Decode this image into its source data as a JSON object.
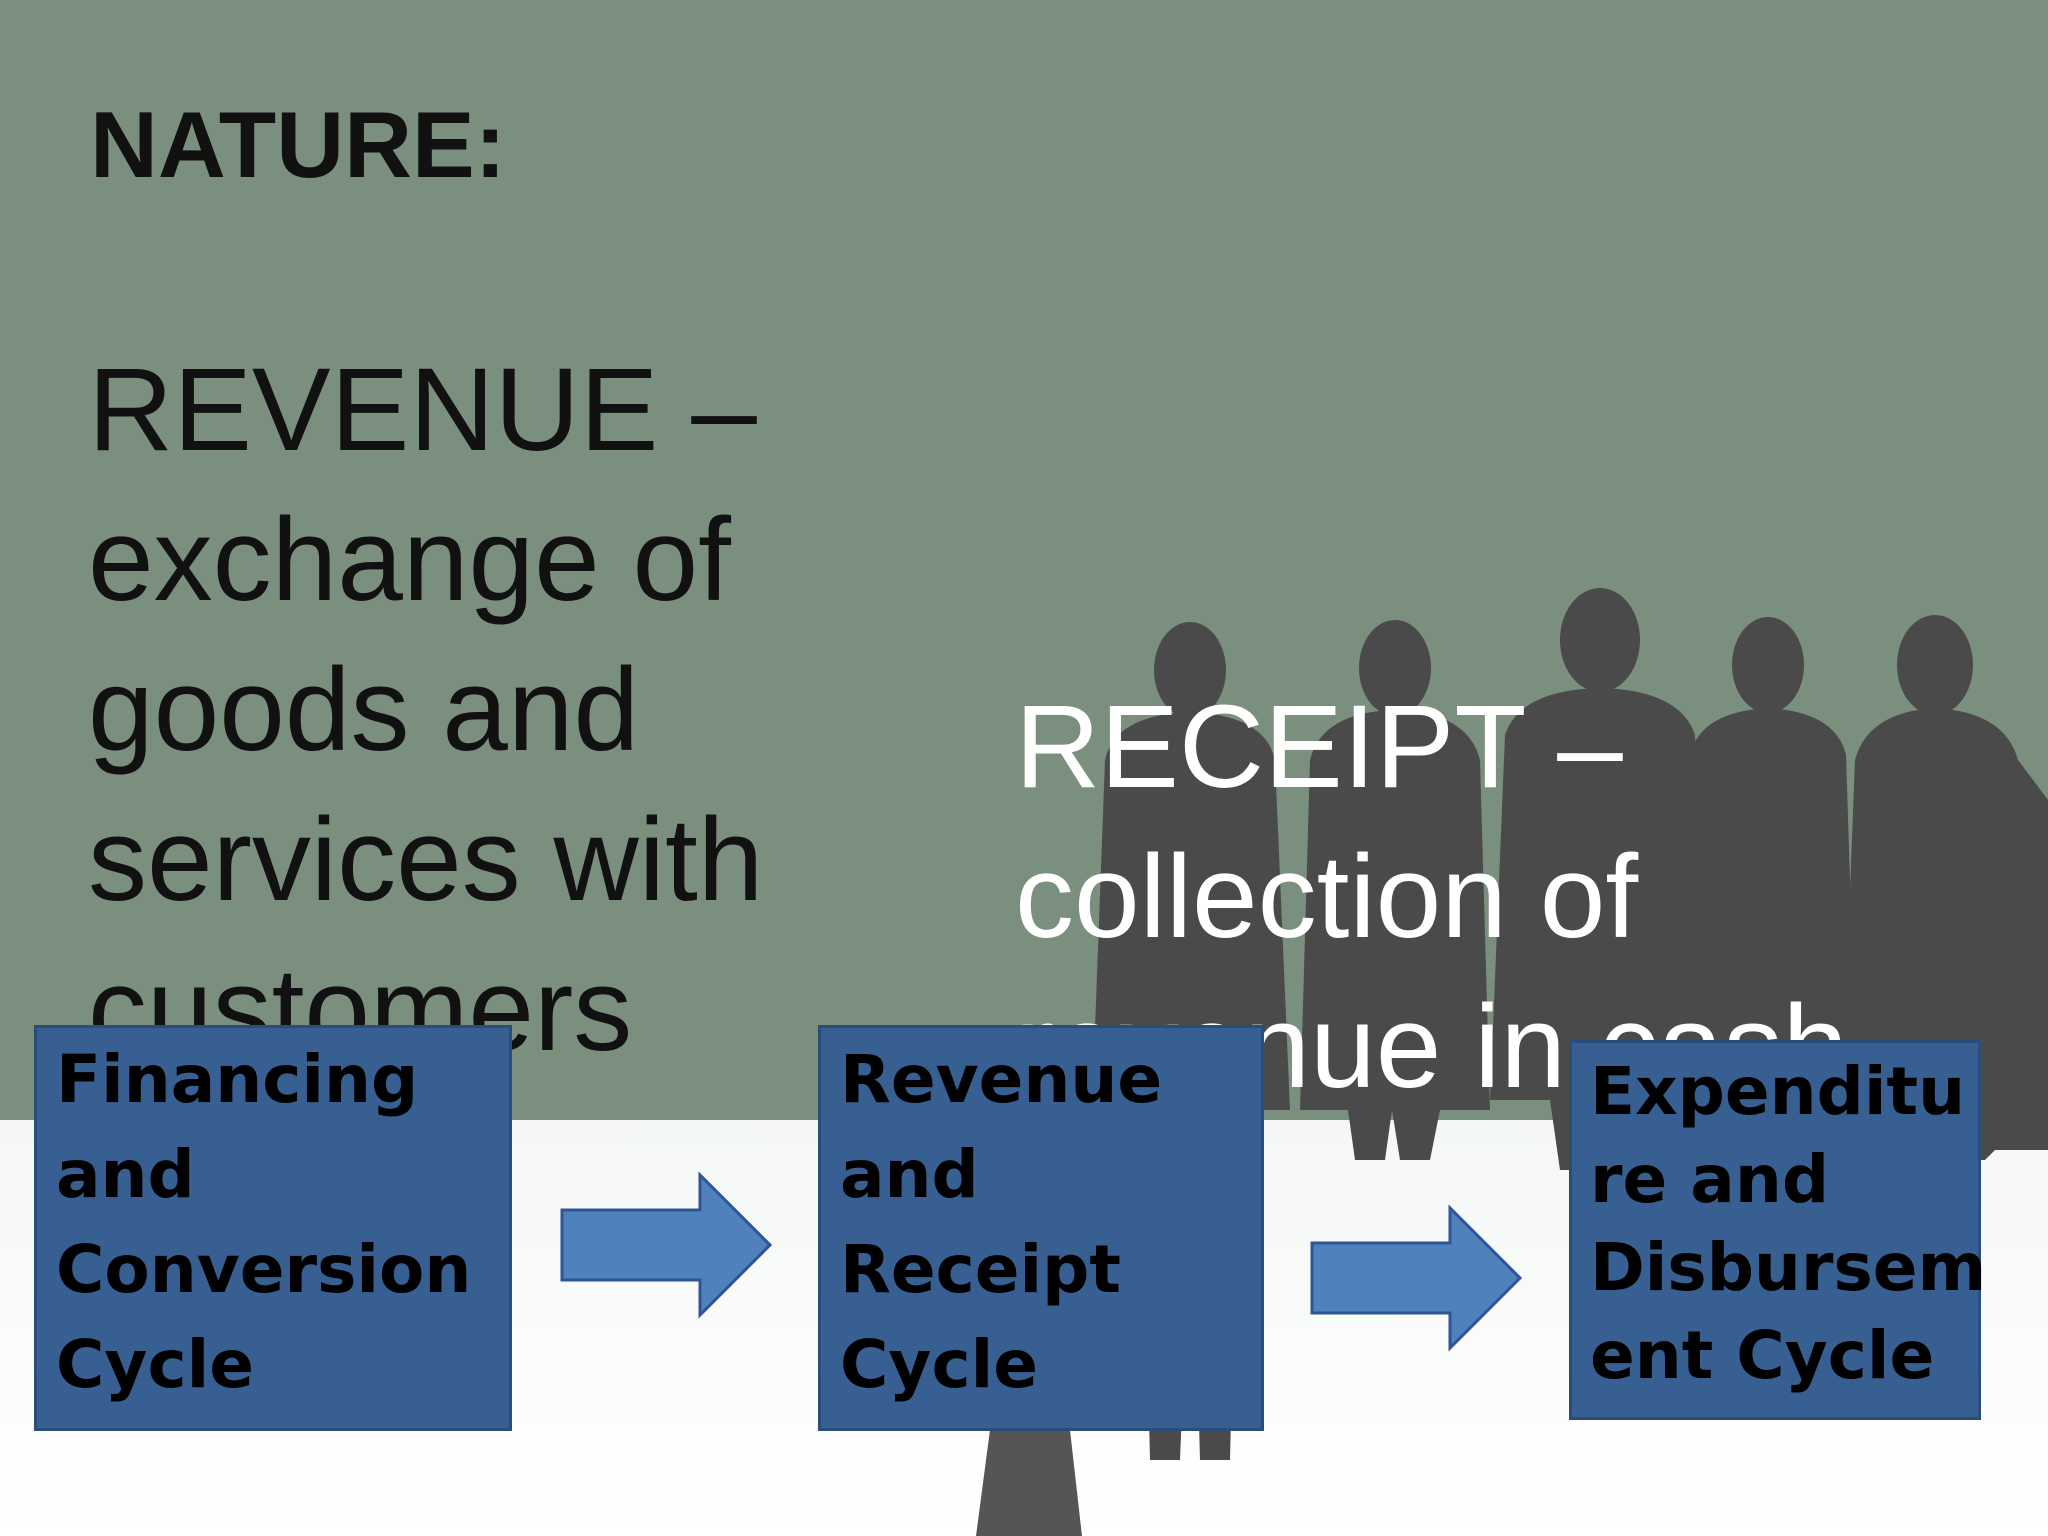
{
  "title": "NATURE:",
  "revenue_definition": [
    "REVENUE –",
    "exchange of",
    "goods and",
    "services with",
    "customers"
  ],
  "receipt_definition": [
    "RECEIPT –",
    "collection of",
    "revenue in cash"
  ],
  "cycles": [
    {
      "lines": [
        "Financing",
        "and",
        "Conversion",
        "Cycle"
      ]
    },
    {
      "lines": [
        "Revenue",
        "and",
        "Receipt",
        "Cycle"
      ]
    },
    {
      "lines": [
        "Expenditu",
        "re and",
        "Disbursem",
        "ent Cycle"
      ]
    }
  ],
  "colors": {
    "background_green": "#7a8f7e",
    "box_blue": "#375f92",
    "arrow_blue": "#4f81bd",
    "silhouette": "#4a4a4a"
  },
  "icons": [
    "arrow-right-icon",
    "people-silhouette"
  ]
}
